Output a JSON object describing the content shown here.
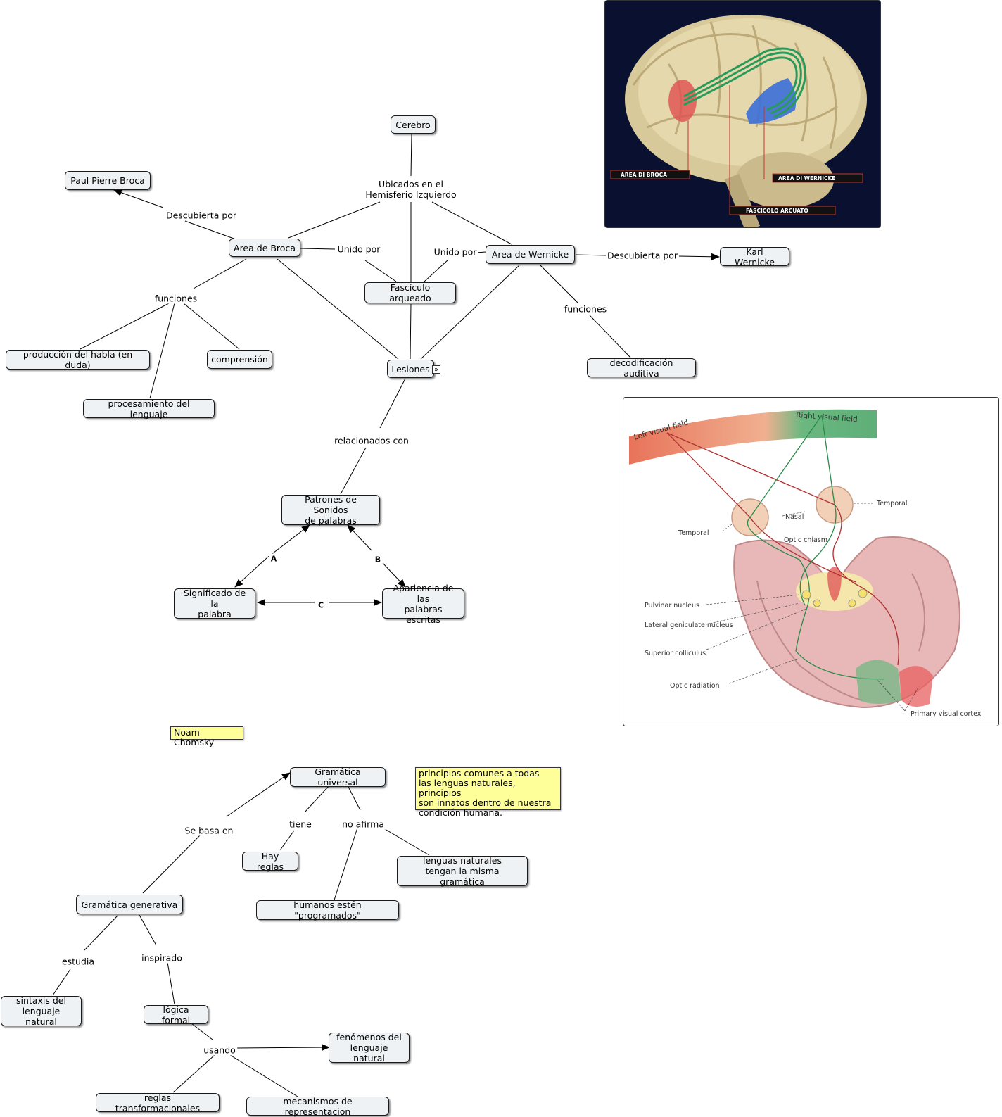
{
  "concept_map": {
    "nodes": {
      "cerebro": "Cerebro",
      "broca_person": "Paul Pierre Broca",
      "area_broca": "Area de Broca",
      "area_wernicke": "Area de Wernicke",
      "wernicke_person": "Karl Wernicke",
      "fasciculo": "Fascículo arqueado",
      "lesiones": "Lesiones",
      "produccion": "producción del habla (en duda)",
      "comprension": "comprensión",
      "procesamiento": "procesamiento del lenguaje",
      "decodificacion": "decodificación auditiva",
      "patrones": "Patrones de Sonidos\nde palabras",
      "significado": "Significado de la\npalabra",
      "apariencia": "Apariencia de las\npalabras escritas",
      "gramatica_universal": "Gramática universal",
      "hay_reglas": "Hay reglas",
      "lenguas_naturales": "lenguas naturales\ntengan la misma gramática",
      "humanos": "humanos estén \"programados\"",
      "gramatica_generativa": "Gramática generativa",
      "sintaxis": "sintaxis del\nlenguaje natural",
      "logica": "lógica formal",
      "fenomenos": "fenómenos del\nlenguaje natural",
      "reglas_transf": "reglas transformacionales",
      "mecanismos": "mecanismos de representacion"
    },
    "notes": {
      "chomsky": "Noam Chomsky",
      "principios": "principios comunes a todas\nlas lenguas naturales, principios\nson innatos dentro de nuestra\ncondición humana."
    },
    "link_labels": {
      "ubicados": "Ubicados en el\nHemisferio Izquierdo",
      "descubierta_broca": "Descubierta por",
      "unido_broca": "Unido por",
      "unido_wernicke": "Unido por",
      "descubierta_wernicke": "Descubierta por",
      "funciones_broca": "funciones",
      "funciones_wernicke": "funciones",
      "relacionados": "relacionados con",
      "a": "A",
      "b": "B",
      "c": "C",
      "se_basa": "Se basa en",
      "tiene": "tiene",
      "no_afirma": "no afirma",
      "estudia": "estudia",
      "inspirado": "inspirado",
      "usando": "usando"
    },
    "expand_icon": "»"
  },
  "images": {
    "brain_lateral": {
      "labels": {
        "broca": "AREA DI BROCA",
        "wernicke": "AREA DI WERNICKE",
        "fascicolo": "FASCICOLO ARCUATO"
      }
    },
    "visual_pathway": {
      "labels": {
        "left_field": "Left visual field",
        "right_field": "Right visual field",
        "temporal_right": "Temporal",
        "nasal": "Nasal",
        "temporal_left": "Temporal",
        "optic_chiasm": "Optic chiasm",
        "pulvinar": "Pulvinar nucleus",
        "lateral_gen": "Lateral geniculate\nnucleus",
        "superior_coll": "Superior colliculus",
        "optic_rad": "Optic radiation",
        "primary_cortex": "Primary visual cortex"
      }
    }
  },
  "colors": {
    "node_bg": "#eef2f4",
    "note_bg": "#ffff99",
    "brain_bg": "#0a1030",
    "broca_red": "#e05050",
    "wernicke_blue": "#3a6fd8",
    "fasciculo_green": "#2a9a5a"
  }
}
